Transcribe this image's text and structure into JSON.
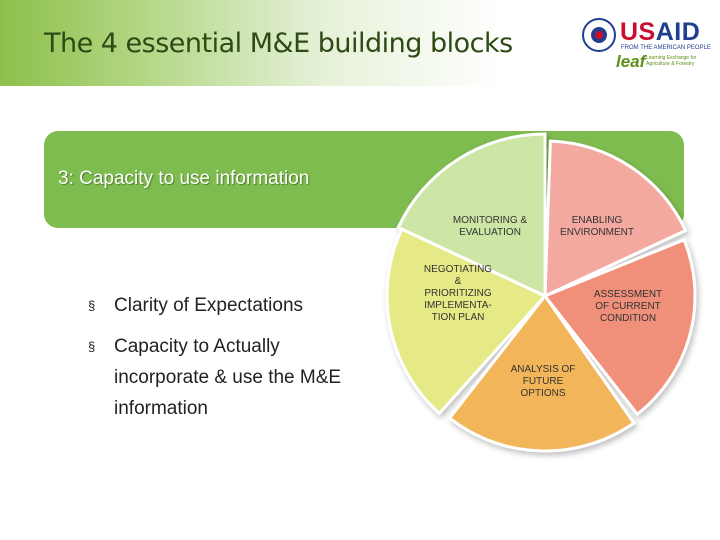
{
  "slide": {
    "title": "The 4 essential M&E building blocks",
    "banner_label": "3: Capacity to use information"
  },
  "bullets": [
    {
      "text": "Clarity of Expectations"
    },
    {
      "text": "Capacity to Actually incorporate & use the M&E information"
    }
  ],
  "bullet_mark": "§",
  "logos": {
    "usaid_prefix": "US",
    "usaid_suffix": "AID",
    "usaid_tagline": "FROM THE AMERICAN PEOPLE",
    "leaf_word": "leaf",
    "leaf_tagline": "Learning Exchange for Agriculture & Forestry"
  },
  "cycle": {
    "segments": [
      {
        "label_lines": [
          "MONITORING &",
          "EVALUATION"
        ],
        "color": "#cde6a6"
      },
      {
        "label_lines": [
          "ENABLING",
          "ENVIRONMENT"
        ],
        "color": "#f3a8a0"
      },
      {
        "label_lines": [
          "ASSESSMENT",
          "OF CURRENT",
          "CONDITION"
        ],
        "color": "#f0907a"
      },
      {
        "label_lines": [
          "ANALYSIS OF",
          "FUTURE",
          "OPTIONS"
        ],
        "color": "#f2b55a"
      },
      {
        "label_lines": [
          "NEGOTIATING",
          "&",
          "PRIORITIZING",
          "IMPLEMENTA-",
          "TION PLAN"
        ],
        "color": "#e5ea86"
      }
    ]
  }
}
